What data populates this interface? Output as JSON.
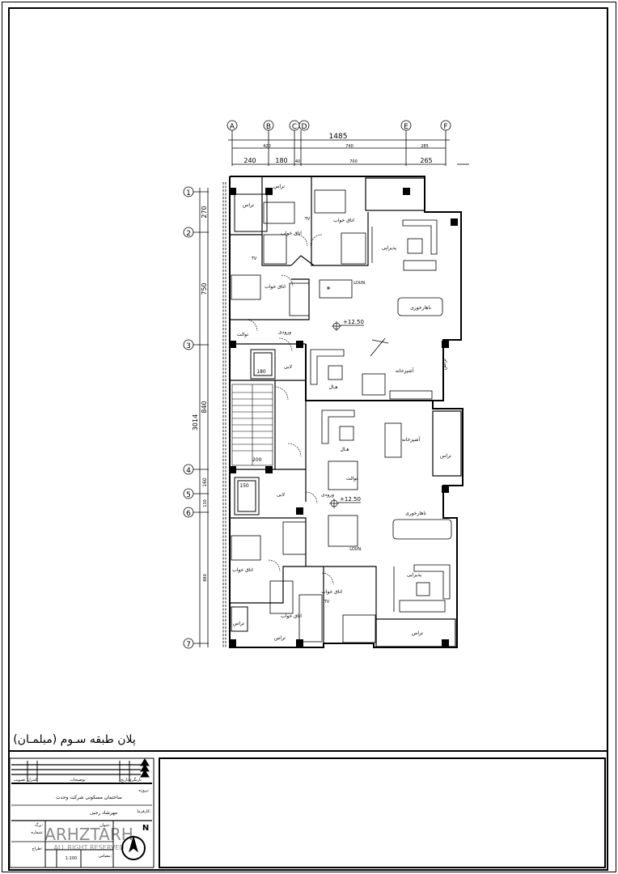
{
  "sheet_title": "پلان طبقه سـوم (مبلمـان)",
  "grid": {
    "columns": [
      "A",
      "B",
      "C",
      "D",
      "E",
      "F"
    ],
    "rows": [
      "1",
      "2",
      "3",
      "4",
      "5",
      "6",
      "7"
    ]
  },
  "dimensions": {
    "top_total": "1485",
    "top_mid": [
      "420",
      "740",
      "285"
    ],
    "top_bottom": [
      "240",
      "180",
      "40",
      "700",
      "265"
    ],
    "left_total": "3014",
    "left_parts": [
      "270",
      "750",
      "840",
      "160",
      "130",
      "880"
    ]
  },
  "rooms": {
    "terrace": "تراس",
    "bedroom": "اتاق خواب",
    "reception": "پذیرایی",
    "dining": "ناهارخوری",
    "kitchen": "آشپزخانه",
    "hall": "هـال",
    "toilet": "توالت",
    "lobby": "لابی",
    "entrance": "ورودی",
    "lounge": "LOUN.",
    "tv": "TV",
    "level": "+12.50",
    "elevator": "180",
    "elevator2": "150",
    "stair_w": "200"
  },
  "title_block": {
    "headers": [
      "بازنگری",
      "تاریخ",
      "توضیحات",
      "کنترل",
      "تصویب"
    ],
    "project_label": "پروژه:",
    "project": "ساختمان مسکونی شرکت وحدت",
    "client_label": "کارفرما:",
    "client": "مهرشاد رجبی",
    "subject_label": "عنوان:",
    "scale_label": "مقیاس:",
    "scale": "1:100",
    "number_label": "شماره:",
    "designer_label": "طراح:",
    "sheet_label": "برگ:",
    "north": "N",
    "watermark": "ARHZTARH",
    "watermark_sub": "ALL RIGHT RESERVED"
  }
}
